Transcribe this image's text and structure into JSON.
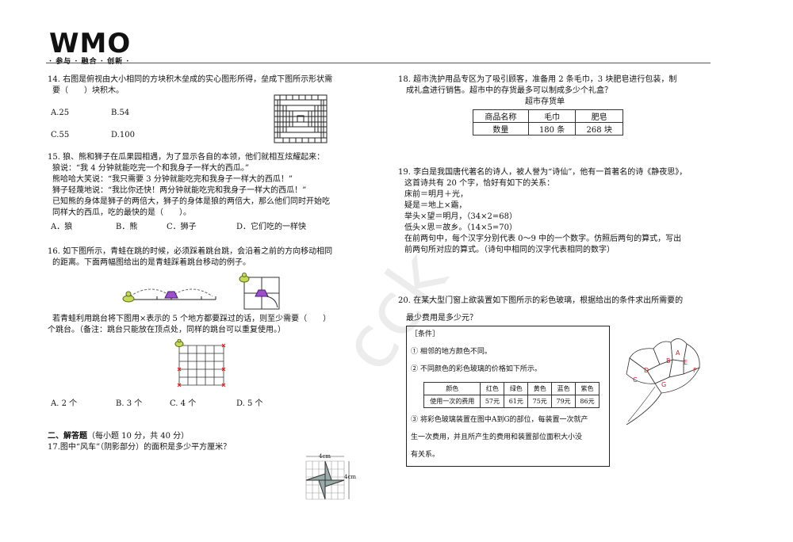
{
  "header": {
    "logo": "WMO",
    "slogan": "· 参与 · 融合 · 创新 ·"
  },
  "watermark": "cck",
  "q14": {
    "line1": "14. 右图是俯视由大小相同的方块积木垒成的实心图形所得，垒成下图所示形状需",
    "line2": "要（　　）块积木。",
    "options": [
      "A.25",
      "B.54",
      "C.55",
      "D.100"
    ]
  },
  "q15": {
    "lines": [
      "15. 狼、熊和狮子在瓜果园相遇，为了显示各自的本领，他们就相互炫耀起来：",
      "狼说：“我 4 分钟就能吃完一个和我身子一样大的西瓜。”",
      "熊哈哈大笑说：“我只需要 3 分钟就能吃完和我身子一样大的西瓜！”",
      "狮子轻蔑地说：“我比你还快！两分钟就能吃完和我身子一样大的西瓜！”",
      "已知熊的身体是狮子的两倍大，狮子的身体是狼的两倍大，那么他们同时开始吃",
      "同样大的西瓜，吃的最快的是（　　）。"
    ],
    "options": [
      "A．狼",
      "B．熊",
      "C．狮子",
      "D．它们吃的一样快"
    ]
  },
  "q16": {
    "lines": [
      "16. 如下图所示，青蛙在跳的时候，必须踩着跳台跳，会沿着之前的方向移动相同",
      "的距离。下面两幅图给出的是青蛙踩着跳台移动的例子。"
    ],
    "lines2": [
      "若青蛙利用跳台将下图用×表示的 5 个地方都要踩过的话，则至少需要（　　）",
      "个跳台。（备注：跳台只能放在顶点处，同样的跳台可以重复使用。）"
    ],
    "options": [
      "A. 2 个",
      "B. 3 个",
      "C. 4 个",
      "D. 5 个"
    ]
  },
  "section2": {
    "title": "二、解答题",
    "note": "（每小题 10 分，共 40 分）"
  },
  "q17": {
    "text": "17.图中“风车”（阴影部分）的面积是多少平方厘米？",
    "dim_top": "4cm",
    "dim_right": "4cm"
  },
  "q18": {
    "lines": [
      "18. 超市洗护用品专区为了吸引顾客，准备用 2 条毛巾，3 块肥皂进行包装，制",
      "成礼盒进行销售。超市中的存货最多可以制成多少个礼盒？"
    ],
    "table_title": "超市存货单",
    "table": [
      [
        "商品名称",
        "毛巾",
        "肥皂"
      ],
      [
        "数量",
        "180 条",
        "268 块"
      ]
    ]
  },
  "q19": {
    "lines": [
      "19. 李白是我国唐代著名的诗人，被人誉为“诗仙”，他有一首著名的诗《静夜思》，",
      "这首诗共有 20 个字，恰好有如下的关系：",
      "床前＝明月＋光，",
      "疑是＝地上×霜，",
      "举头×望＝明月，（34×2=68）",
      "低头×思＝故乡。（14×5=70）",
      "在前两句中，每个汉字分别代表 0～9 中的一个数字。仿照后两句的算式，写出",
      "前两句所对应的算式。（诗句中相同的汉字代表相同的数字）"
    ]
  },
  "q20": {
    "lines": [
      "20. 在某大型门窗上欲装置如下图所示的彩色玻璃，根据给出的条件求出所需要的",
      "最少费用是多少元？"
    ],
    "cond_title": "［条件］",
    "cond1": "① 相邻的地方颜色不同。",
    "cond2": "② 不同颜色的彩色玻璃的价格如下所示。",
    "price_table": [
      [
        "颜色",
        "红色",
        "绿色",
        "黄色",
        "蓝色",
        "紫色"
      ],
      [
        "使用一次的费用",
        "57元",
        "61元",
        "75元",
        "79元",
        "86元"
      ]
    ],
    "cond3": [
      "③ 将彩色玻璃装置在图中A到G的部位，每装置一次就产",
      "生一次费用，并且所产生的费用和装置部位面积大小没",
      "有关系。"
    ],
    "region_labels": [
      "A",
      "B",
      "C",
      "D",
      "E",
      "F",
      "G"
    ]
  }
}
